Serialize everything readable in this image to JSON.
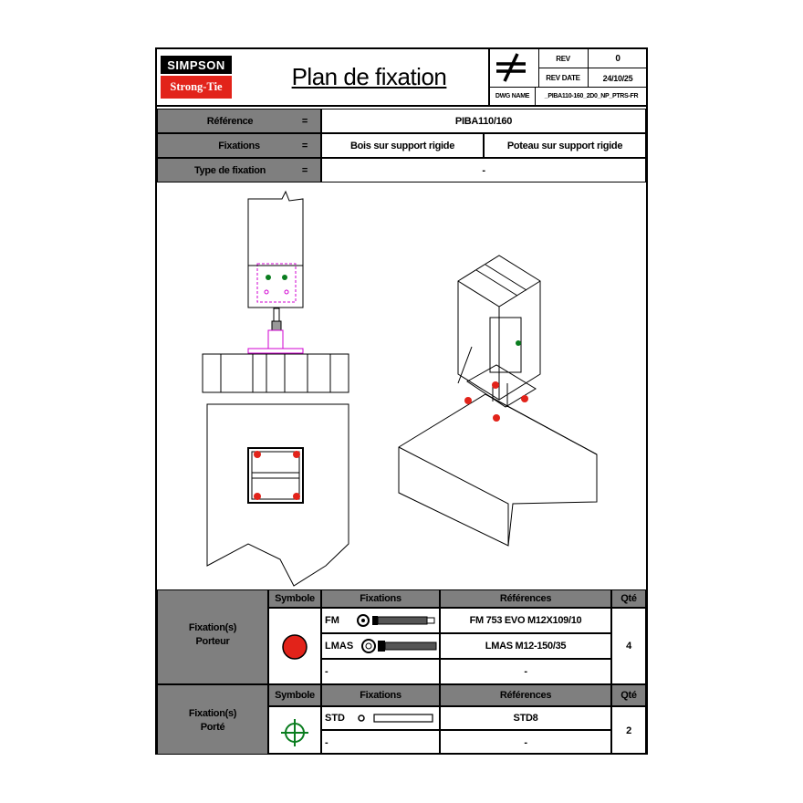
{
  "header": {
    "logo_top": "SIMPSON",
    "logo_bottom": "Strong-Tie",
    "title": "Plan de fixation",
    "rev_label": "REV",
    "rev_value": "0",
    "rev_date_label": "REV DATE",
    "rev_date_value": "24/10/25",
    "dwg_name_label": "DWG NAME",
    "dwg_name_value": "_PIBA110-160_2D0_NP_PTRS-FR"
  },
  "info": {
    "reference_label": "Référence",
    "reference_value": "PIBA110/160",
    "fixations_label": "Fixations",
    "fixations_value_1": "Bois sur support rigide",
    "fixations_value_2": "Poteau sur support rigide",
    "type_label": "Type de fixation",
    "type_value": "-",
    "eq": "="
  },
  "table1": {
    "row_label_1": "Fixation(s)",
    "row_label_2": "Porteur",
    "col_symbole": "Symbole",
    "col_fixations": "Fixations",
    "col_references": "Références",
    "col_qte": "Qté",
    "rows": [
      {
        "fix": "FM",
        "ref": "FM 753 EVO M12X109/10"
      },
      {
        "fix": "LMAS",
        "ref": "LMAS M12-150/35"
      },
      {
        "fix": "-",
        "ref": "-"
      }
    ],
    "qte": "4",
    "symbol_color": "#e2231a"
  },
  "table2": {
    "row_label_1": "Fixation(s)",
    "row_label_2": "Porté",
    "col_symbole": "Symbole",
    "col_fixations": "Fixations",
    "col_references": "Références",
    "col_qte": "Qté",
    "rows": [
      {
        "fix": "STD",
        "ref": "STD8"
      },
      {
        "fix": "-",
        "ref": "-"
      }
    ],
    "qte": "2",
    "symbol_color": "#0a7d1f"
  }
}
